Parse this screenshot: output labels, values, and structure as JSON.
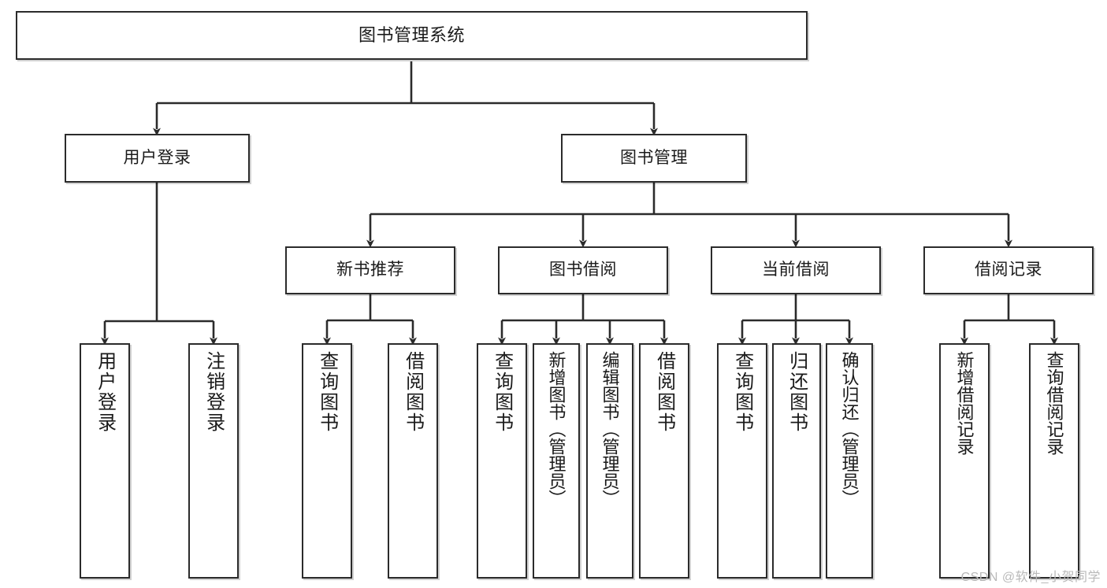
{
  "diagram": {
    "title": "图书管理系统",
    "type": "tree",
    "watermark": "CSDN @软件_小贺同学",
    "colors": {
      "background": "#ffffff",
      "box_fill": "#ffffff",
      "box_stroke": "#2b2b2b",
      "text": "#1a1a1a",
      "edge": "#2b2b2b",
      "watermark": "#b9b9b9"
    },
    "nodes": {
      "root": "图书管理系统",
      "level2": [
        "用户登录",
        "图书管理"
      ],
      "level3": [
        "新书推荐",
        "图书借阅",
        "当前借阅",
        "借阅记录"
      ],
      "leaves": [
        "用户登录",
        "注销登录",
        "查询图书",
        "借阅图书",
        "查询图书",
        "新增图书（管理员）",
        "编辑图书（管理员）",
        "借阅图书",
        "查询图书",
        "归还图书",
        "确认归还（管理员）",
        "新增借阅记录",
        "查询借阅记录"
      ]
    },
    "groups": {
      "user_login_children": [
        "用户登录",
        "注销登录"
      ],
      "new_book_children": [
        "查询图书",
        "借阅图书"
      ],
      "book_borrow_children": [
        "查询图书",
        "新增图书（管理员）",
        "编辑图书（管理员）",
        "借阅图书"
      ],
      "current_borrow_children": [
        "查询图书",
        "归还图书",
        "确认归还（管理员）"
      ],
      "borrow_record_children": [
        "新增借阅记录",
        "查询借阅记录"
      ]
    }
  }
}
